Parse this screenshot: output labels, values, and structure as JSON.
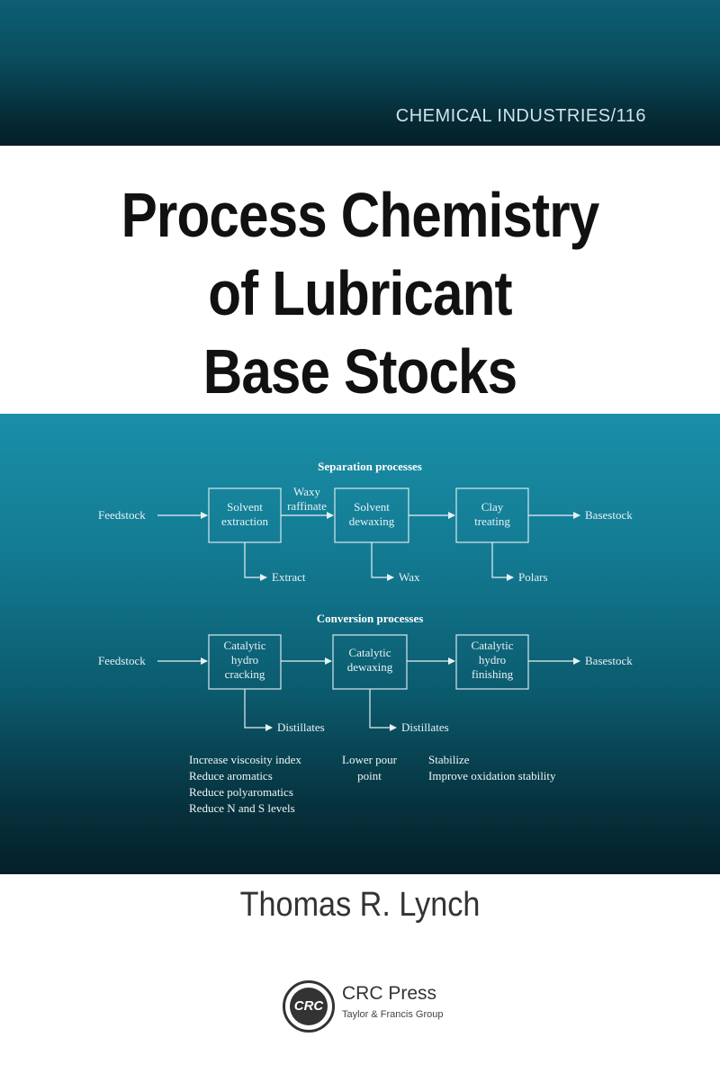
{
  "cover": {
    "series": "CHEMICAL INDUSTRIES/116",
    "title_lines": [
      "Process Chemistry",
      "of Lubricant",
      "Base Stocks"
    ],
    "author": "Thomas R. Lynch",
    "publisher": {
      "logo_text": "CRC",
      "name": "CRC Press",
      "subtitle": "Taylor & Francis Group"
    },
    "colors": {
      "band_teal": "#137b93",
      "band_dark": "#041f27",
      "title_text": "#111111"
    }
  },
  "diagram": {
    "separation": {
      "heading": "Separation processes",
      "input": "Feedstock",
      "output": "Basestock",
      "stream_label": [
        "Waxy",
        "raffinate"
      ],
      "boxes": [
        {
          "lines": [
            "Solvent",
            "extraction"
          ],
          "byproduct": "Extract"
        },
        {
          "lines": [
            "Solvent",
            "dewaxing"
          ],
          "byproduct": "Wax"
        },
        {
          "lines": [
            "Clay",
            "treating"
          ],
          "byproduct": "Polars"
        }
      ]
    },
    "conversion": {
      "heading": "Conversion processes",
      "input": "Feedstock",
      "output": "Basestock",
      "boxes": [
        {
          "lines": [
            "Catalytic",
            "hydro",
            "cracking"
          ],
          "byproduct": "Distillates"
        },
        {
          "lines": [
            "Catalytic",
            "dewaxing"
          ],
          "byproduct": "Distillates"
        },
        {
          "lines": [
            "Catalytic",
            "hydro",
            "finishing"
          ],
          "byproduct": ""
        }
      ]
    },
    "notes": [
      [
        "Increase viscosity index",
        "Reduce aromatics",
        "Reduce polyaromatics",
        "Reduce N and S levels"
      ],
      [
        "Lower pour",
        "point"
      ],
      [
        "Stabilize",
        "Improve oxidation stability"
      ]
    ]
  }
}
